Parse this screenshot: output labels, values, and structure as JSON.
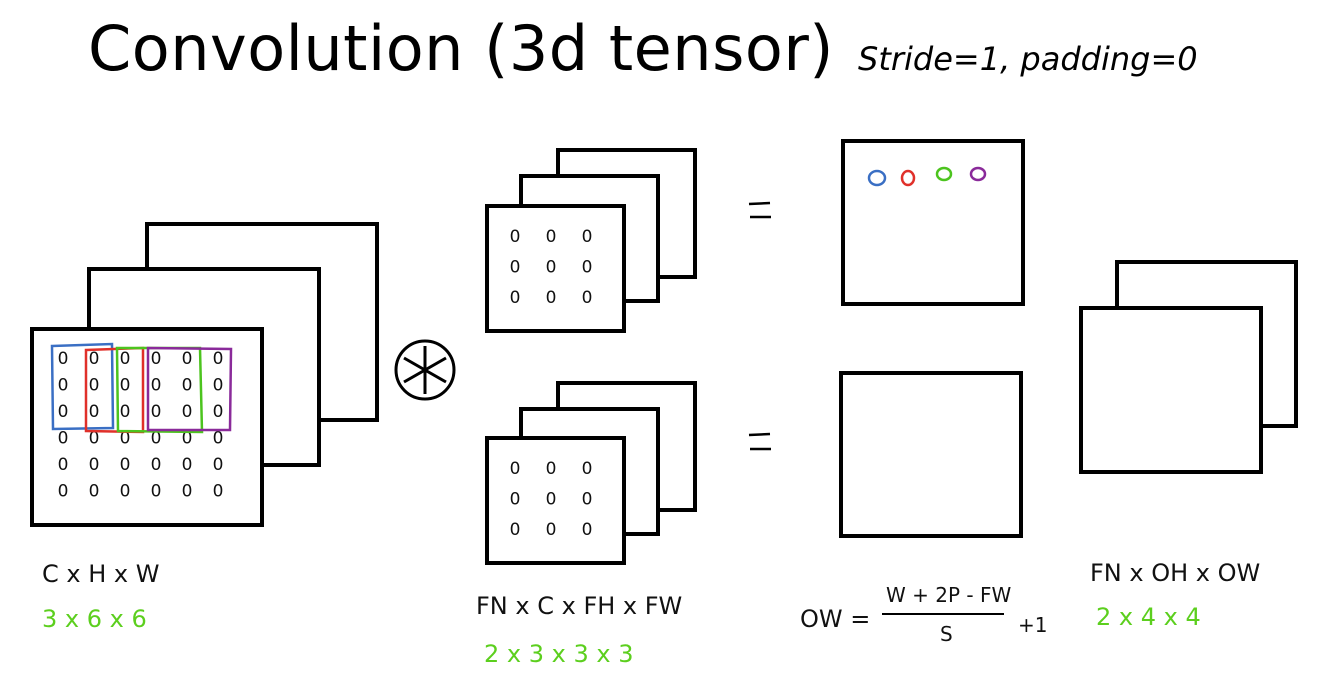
{
  "title": "Convolution (3d tensor)",
  "note": "Stride=1, padding=0",
  "input": {
    "shape_label": "C x H x W",
    "shape_value": "3 x 6 x 6",
    "cell_symbol": "0"
  },
  "filters": {
    "shape_label": "FN x C x FH x FW",
    "shape_value": "2 x 3 x 3 x 3",
    "cell_symbol": "0"
  },
  "equals": "=",
  "conv_operator": "*",
  "output_formula": {
    "lhs": "OW =",
    "numerator": "W + 2P - FW",
    "denominator": "S",
    "suffix": "+1"
  },
  "output": {
    "shape_label": "FN x OH x OW",
    "shape_value": "2 x 4 x 4"
  },
  "colors": {
    "line": "#000000",
    "green_text": "#5ccf1e",
    "window_blue": "#3a6fc4",
    "window_red": "#e0302a",
    "window_green": "#4cc41e",
    "window_purple": "#8a2a9a"
  }
}
